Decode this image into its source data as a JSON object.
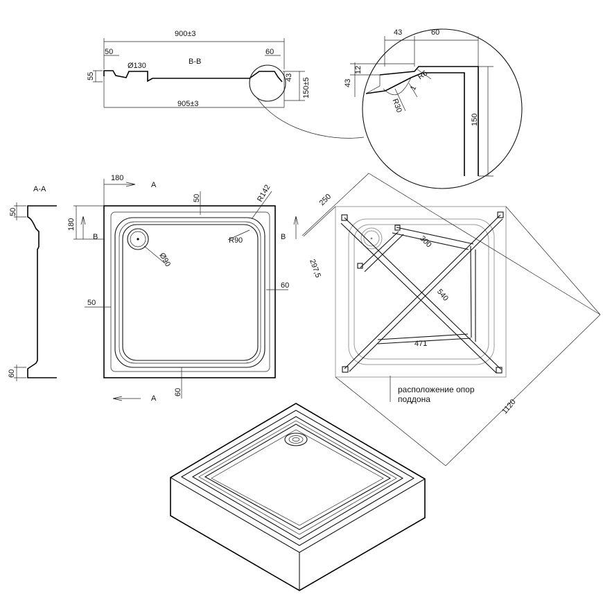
{
  "section_bb": {
    "title": "B-B",
    "dim_total_top": "900±3",
    "dim_total_bottom": "905±3",
    "dim_left_50": "50",
    "dim_right_60": "60",
    "dim_left_55": "55",
    "dim_drain": "Ø130",
    "dim_right_43": "43",
    "dim_height": "150±5"
  },
  "detail": {
    "dim_43": "43",
    "dim_60": "60",
    "dim_12": "12",
    "dim_43v": "43",
    "dim_r6": "R6",
    "dim_1": "1",
    "dim_r30": "R30",
    "dim_150": "150"
  },
  "section_aa": {
    "title": "A-A",
    "dim_50": "50",
    "dim_60": "60"
  },
  "plan": {
    "cut_a_top": "A",
    "cut_a_bottom": "A",
    "cut_b_left": "B",
    "cut_b_right": "B",
    "dim_180_h": "180",
    "dim_180_v": "180",
    "dim_50_top": "50",
    "dim_r142": "R142",
    "dim_r90": "R90",
    "dim_d90": "Ø90",
    "dim_50_left": "50",
    "dim_60_right": "60",
    "dim_60_bottom": "60"
  },
  "supports": {
    "dim_250": "250",
    "dim_297": "297,5",
    "dim_300": "300",
    "dim_540": "540",
    "dim_471": "471",
    "dim_1120": "1120",
    "note_line1": "расположение опор",
    "note_line2": "поддона"
  }
}
